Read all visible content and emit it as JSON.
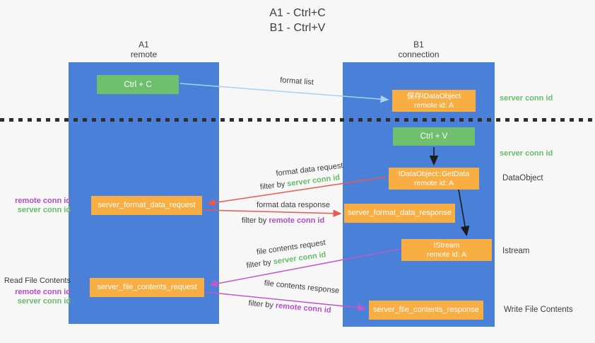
{
  "title": {
    "line1": "A1 - Ctrl+C",
    "line2": "B1 - Ctrl+V"
  },
  "columns": {
    "a1": {
      "name": "A1",
      "subtitle": "remote"
    },
    "b1": {
      "name": "B1",
      "subtitle": "connection"
    }
  },
  "nodes": {
    "ctrl_c": "Ctrl + C",
    "ctrl_v": "Ctrl + V",
    "save_dataobject_line1": "保存IDataObject",
    "save_dataobject_line2": "remote id: A",
    "getdata_line1": "IDataObject::GetData",
    "getdata_line2": "remote id: A",
    "istream_line1": "IStream",
    "istream_line2": "remote id: A",
    "server_format_data_request": "server_format_data_request",
    "server_format_data_response": "server_format_data_response",
    "server_file_contents_request": "server_file_contents_request",
    "server_file_contents_response": "server_file_contents_response"
  },
  "arrow_labels": {
    "format_list": "format list",
    "format_data_request": "format data request",
    "format_data_response": "format data response",
    "file_contents_request": "file contents request",
    "file_contents_response": "file contents response",
    "filter_by": "filter by ",
    "server_conn_id": "server conn id",
    "remote_conn_id": "remote conn id"
  },
  "side_labels": {
    "server_conn_id_top": "server conn id",
    "server_conn_id_mid": "server conn id",
    "dataobject": "DataObject",
    "istream": "Istream",
    "write_file_contents": "Write File Contents",
    "read_file_contents": "Read File Contents",
    "remote_conn_id": "remote conn id",
    "server_conn_id": "server conn id"
  },
  "colors": {
    "column_blue": "#4a80d8",
    "box_green": "#6fbf6f",
    "box_orange": "#f9ae43",
    "arrow_blue": "#a8d2f0",
    "arrow_red": "#e8594f",
    "arrow_magenta": "#c05ac8",
    "text_green": "#67bb6b",
    "text_purple": "#b14ecb",
    "text_dark": "#3d3d3d",
    "background": "#f7f7f7"
  }
}
